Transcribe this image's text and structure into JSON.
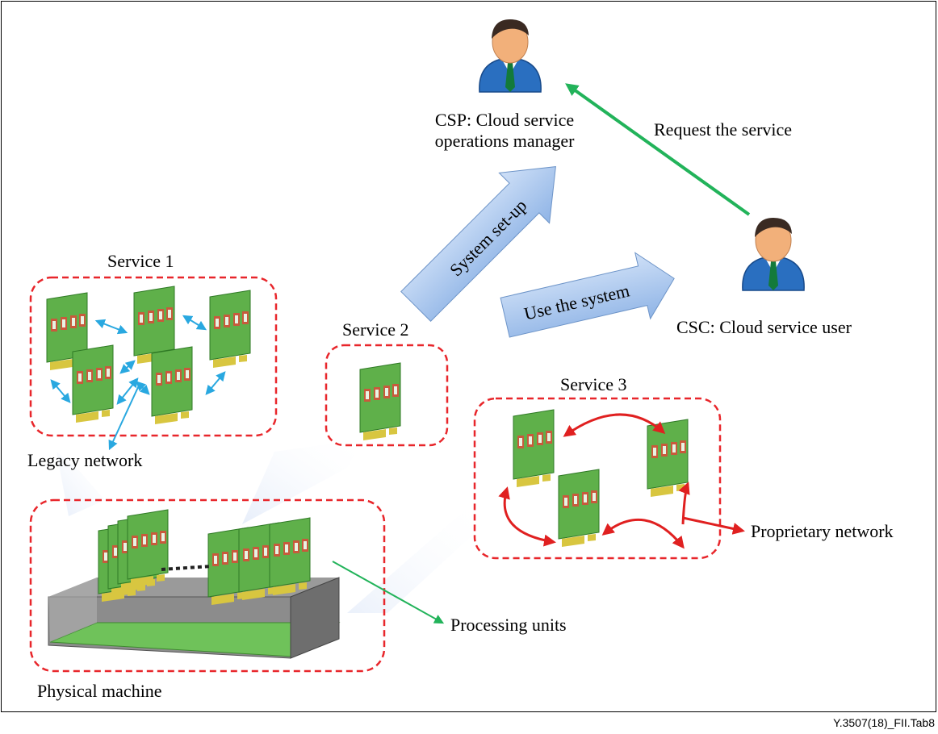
{
  "actors": {
    "csp_label_line1": "CSP: Cloud service",
    "csp_label_line2": "operations manager",
    "csc_label": "CSC: Cloud service user"
  },
  "arrows": {
    "request": "Request the service",
    "setup": "System set-up",
    "use": "Use the system"
  },
  "services": {
    "service1": "Service 1",
    "service2": "Service 2",
    "service3": "Service 3"
  },
  "networks": {
    "legacy": "Legacy network",
    "proprietary": "Proprietary network"
  },
  "hardware": {
    "processing_units": "Processing units",
    "physical_machine": "Physical machine"
  },
  "figure_id": "Y.3507(18)_FII.Tab8",
  "colors": {
    "card_green": "#5fb04a",
    "chip_red": "#c85a3c",
    "dashed_red": "#e8262b",
    "legacy_blue": "#29a8e0",
    "proprietary_red": "#e02020",
    "request_green": "#22b35a",
    "block_arrow_blue": "#a9c8ef"
  }
}
